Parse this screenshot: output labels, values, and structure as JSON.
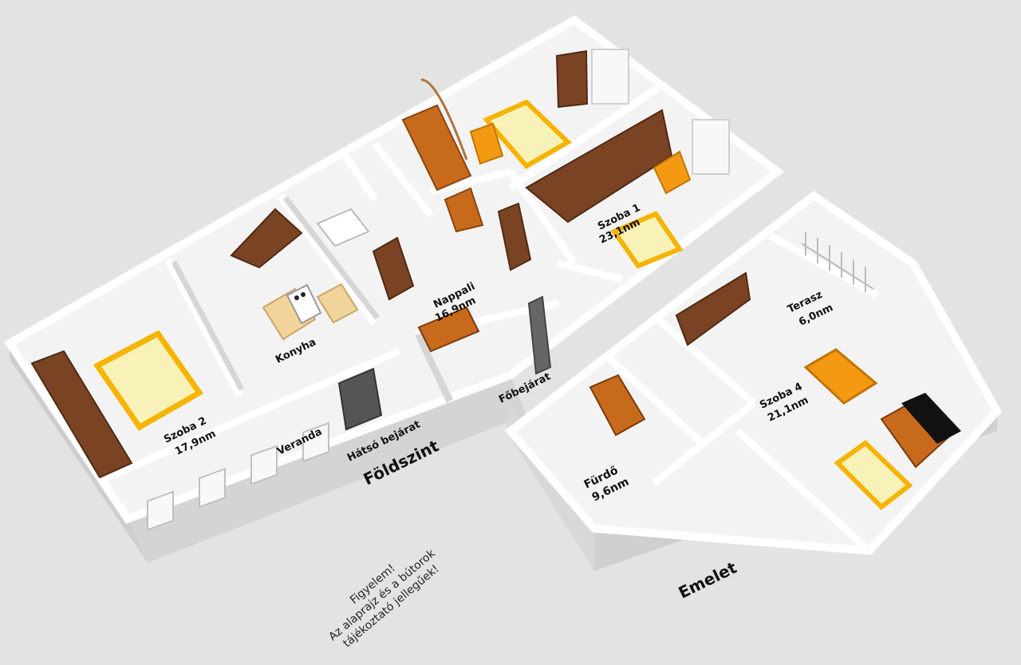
{
  "rooms": {
    "szoba1": {
      "name": "Szoba 1",
      "area": "23,1nm"
    },
    "nappali": {
      "name": "Nappali",
      "area": "16,9nm"
    },
    "konyha": {
      "name": "Konyha"
    },
    "szoba2": {
      "name": "Szoba 2",
      "area": "17,9nm"
    },
    "furdo": {
      "name": "Fürdő",
      "area": "9,6nm"
    },
    "szoba4": {
      "name": "Szoba 4",
      "area": "21,1nm"
    },
    "terasz": {
      "name": "Terasz",
      "area": "6,0nm"
    },
    "veranda": {
      "name": "Veranda"
    }
  },
  "entrances": {
    "hatso": "Hátsó bejárat",
    "fo": "Főbejárat"
  },
  "levels": {
    "ground": "Földszint",
    "upper": "Emelet"
  },
  "notice": {
    "line1": "Figyelem!",
    "line2": "Az alaprajz és a bútorok",
    "line3": "tájékoztató jellegűek!"
  },
  "colors": {
    "floor": "#f4f4f4",
    "wall_top": "#ffffff",
    "wall_side": "#cfcfcf",
    "furniture_wood": "#7a4424",
    "bed": "#f8f1b8",
    "bed_frame": "#f5b400",
    "armchair": "#f39a12",
    "stairs": "#c86a1c"
  }
}
